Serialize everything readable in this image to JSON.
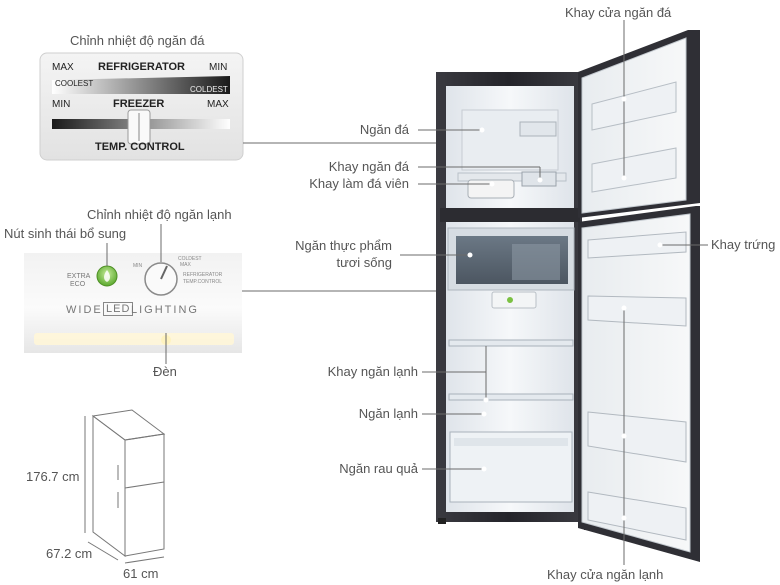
{
  "callouts": {
    "freezer_temp": "Chỉnh nhiệt độ ngăn đá",
    "fridge_temp": "Chỉnh nhiệt độ ngăn lạnh",
    "eco_button": "Nút sinh thái bổ sung",
    "lamp": "Đèn",
    "freezer_door_tray": "Khay cửa ngăn đá",
    "freezer": "Ngăn đá",
    "ice_tray": "Khay ngăn đá",
    "ice_maker": "Khay làm đá viên",
    "fresh_food_1": "Ngăn thực phẩm",
    "fresh_food_2": "tươi sống",
    "egg_tray": "Khay trứng",
    "fridge_shelf": "Khay ngăn lạnh",
    "fridge": "Ngăn lạnh",
    "veg_drawer": "Ngăn rau quả",
    "fridge_door_tray": "Khay cửa ngăn lạnh"
  },
  "temp_panel": {
    "max_left": "MAX",
    "min_right": "MIN",
    "refrigerator": "REFRIGERATOR",
    "coolest": "COOLEST",
    "coldest": "COLDEST",
    "min_left": "MIN",
    "max_right": "MAX",
    "freezer": "FREEZER",
    "temp_control": "TEMP. CONTROL"
  },
  "led_panel": {
    "extra": "EXTRA",
    "eco": "ECO",
    "min": "MIN",
    "coldest": "COLDEST",
    "max": "MAX",
    "refrigerator_temp": "REFRIGERATOR",
    "temp_control": "TEMP.CONTROL",
    "wide": "WIDE",
    "led": "LED",
    "lighting": "LIGHTING"
  },
  "dimensions": {
    "height": "176.7 cm",
    "depth": "67.2 cm",
    "width": "61 cm"
  },
  "colors": {
    "label": "#555555",
    "leader_line": "#6b6b6b",
    "fridge_body": "#2b2b30",
    "interior": "#eef1f4",
    "eco_button": "#7bc142"
  }
}
